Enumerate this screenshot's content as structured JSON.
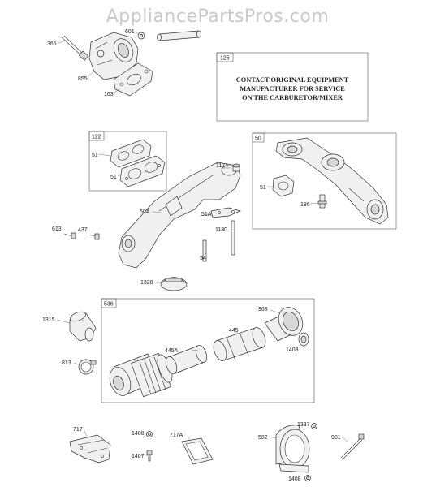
{
  "watermark": "AppliancePartsPros.com",
  "note": {
    "ref": "125",
    "lines": [
      "CONTACT ORIGINAL EQUIPMENT",
      "MANUFACTURER FOR SERVICE",
      "ON THE CARBURETOR/MIXER"
    ]
  },
  "groups": {
    "gasket_set": "122",
    "intake_manifold": "50",
    "air_cleaner": "536"
  },
  "parts": {
    "p365": "365",
    "p601": "601",
    "p855": "855",
    "p163": "163",
    "p51_a": "51",
    "p51_b": "51",
    "p1174": "1174",
    "p51_c": "51",
    "p186": "186",
    "p50A": "50A",
    "p51A": "51A",
    "p613": "613",
    "p437": "437",
    "p1130": "1130",
    "p54": "54",
    "p1328": "1328",
    "p968": "968",
    "p1315": "1315",
    "p445": "445",
    "p445A": "445A",
    "p1408_a": "1408",
    "p813": "813",
    "p717": "717",
    "p1408_b": "1408",
    "p717A": "717A",
    "p1407": "1407",
    "p582": "582",
    "p1337": "1337",
    "p981": "981",
    "p1408_c": "1408"
  }
}
